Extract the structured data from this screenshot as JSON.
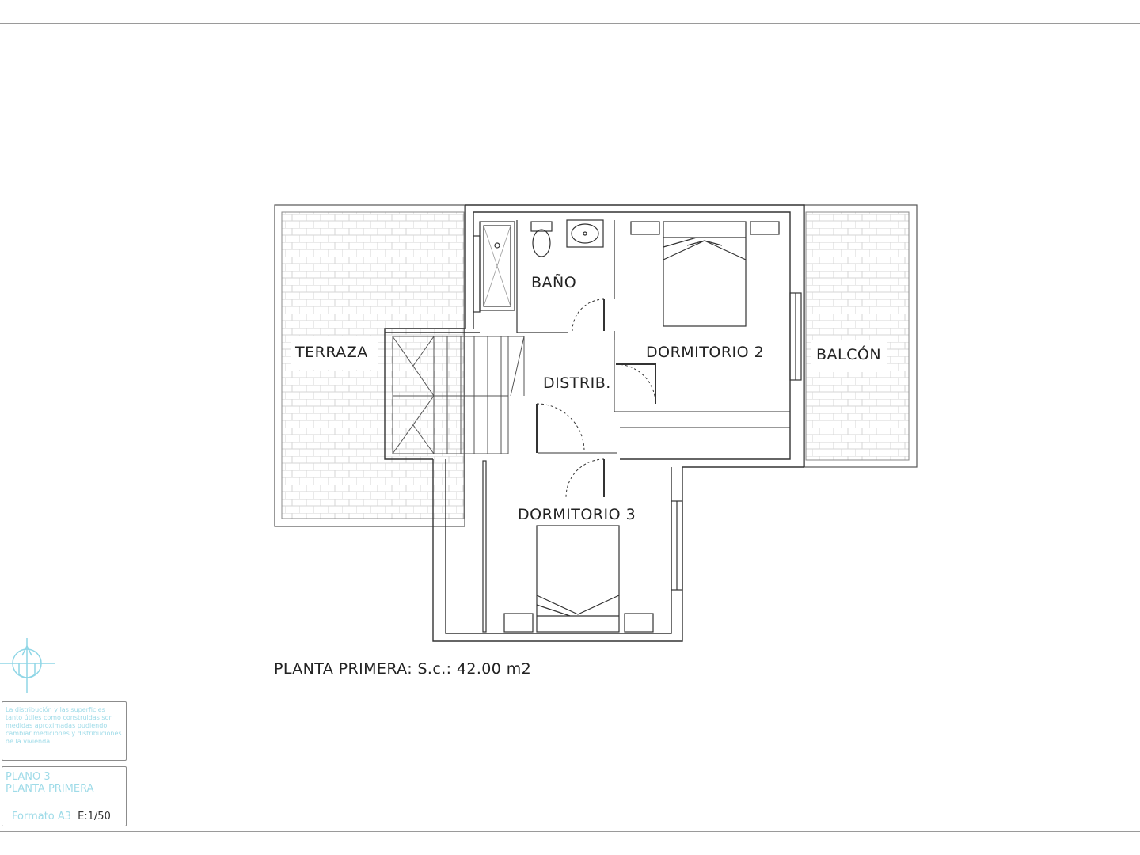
{
  "rooms": {
    "terraza": "TERRAZA",
    "bano": "BAÑO",
    "distrib": "DISTRIB.",
    "dormitorio2": "DORMITORIO 2",
    "balcon": "BALCÓN",
    "dormitorio3": "DORMITORIO 3"
  },
  "caption": "PLANTA PRIMERA: S.c.: 42.00 m2",
  "notes": "La distribución y las superficies tanto útiles como construidas son medidas aproximadas pudiendo cambiar mediciones y distribuciones de la vivienda",
  "title_block": {
    "plan_number": "PLANO 3",
    "plan_name": "PLANTA PRIMERA",
    "format": "Formato A3",
    "scale": "E:1/50"
  },
  "colors": {
    "line": "#333333",
    "tile": "#d6d6d6",
    "accent": "#8fd6e6"
  },
  "icons": {
    "north": "north-arrow-icon"
  }
}
